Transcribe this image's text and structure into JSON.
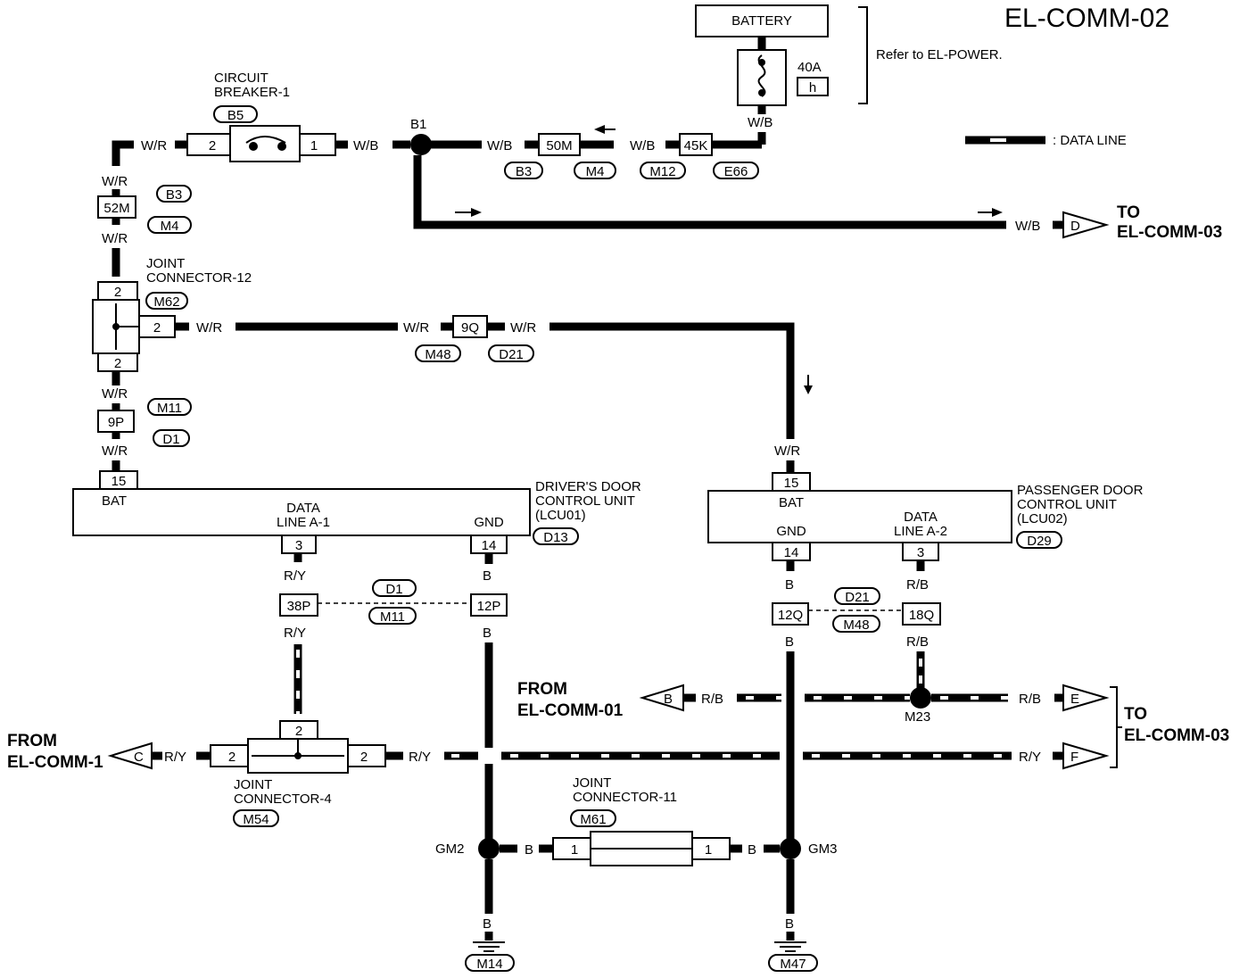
{
  "title": "EL-COMM-02",
  "battery": {
    "label": "BATTERY",
    "fuse": "40A",
    "fuse_code": "h",
    "refer": "Refer to EL-POWER."
  },
  "legend": {
    "label": ": DATA LINE"
  },
  "circuit_breaker": {
    "line1": "CIRCUIT",
    "line2": "BREAKER-1",
    "connector": "B5",
    "pin_left": "2",
    "pin_right": "1"
  },
  "splice_b1": "B1",
  "wires": {
    "wr": "W/R",
    "wb": "W/B",
    "ry": "R/Y",
    "rb": "R/B",
    "b": "B"
  },
  "inline_conn": {
    "c50m": "50M",
    "c45k": "45K",
    "c52m": "52M",
    "c9q": "9Q",
    "c9p": "9P",
    "c38p": "38P",
    "c12p": "12P",
    "c12q": "12Q",
    "c18q": "18Q"
  },
  "conn_ids": {
    "b3": "B3",
    "m4": "M4",
    "m12": "M12",
    "e66": "E66",
    "m48": "M48",
    "d21": "D21",
    "m11": "M11",
    "d1": "D1",
    "m62": "M62",
    "d13": "D13",
    "d29": "D29",
    "m54": "M54",
    "m61": "M61",
    "m14": "M14",
    "m47": "M47"
  },
  "to_comm03": {
    "to": "TO",
    "dest": "EL-COMM-03",
    "d": "D",
    "e": "E",
    "f": "F"
  },
  "from_comm01": {
    "from": "FROM",
    "src": "EL-COMM-01",
    "b": "B"
  },
  "from_comm1": {
    "from": "FROM",
    "src": "EL-COMM-1",
    "c": "C"
  },
  "jc12": {
    "line1": "JOINT",
    "line2": "CONNECTOR-12",
    "pin": "2"
  },
  "jc4": {
    "line1": "JOINT",
    "line2": "CONNECTOR-4",
    "pin": "2"
  },
  "jc11": {
    "line1": "JOINT",
    "line2": "CONNECTOR-11",
    "pin": "1"
  },
  "driver_unit": {
    "name1": "DRIVER'S DOOR",
    "name2": "CONTROL UNIT",
    "name3": "(LCU01)",
    "bat": "BAT",
    "data1": "DATA",
    "data2": "LINE A-1",
    "gnd": "GND",
    "pin_bat": "15",
    "pin_data": "3",
    "pin_gnd": "14"
  },
  "pass_unit": {
    "name1": "PASSENGER DOOR",
    "name2": "CONTROL UNIT",
    "name3": "(LCU02)",
    "bat": "BAT",
    "data1": "DATA",
    "data2": "LINE A-2",
    "gnd": "GND",
    "pin_bat": "15",
    "pin_data": "3",
    "pin_gnd": "14"
  },
  "grounds": {
    "gm2": "GM2",
    "gm3": "GM3",
    "m23": "M23"
  }
}
